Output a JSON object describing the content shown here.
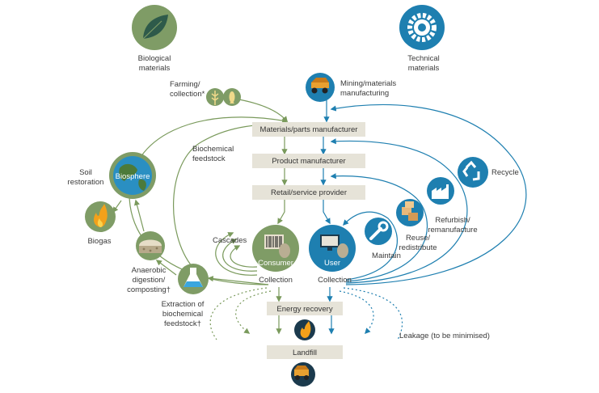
{
  "colors": {
    "bio": "#7a9a5c",
    "bio_dark": "#5e7d46",
    "tech": "#1e7fb0",
    "tech_dark": "#135f86",
    "box": "#e6e3d8",
    "node_bg": "#7f9c66"
  },
  "headers": {
    "bio": [
      "Biological",
      "materials"
    ],
    "tech": [
      "Technical",
      "materials"
    ]
  },
  "boxes": {
    "materials": "Materials/parts manufacturer",
    "product": "Product manufacturer",
    "retail": "Retail/service provider",
    "energy": "Energy recovery",
    "landfill": "Landfill"
  },
  "labels": {
    "farming": [
      "Farming/",
      "collection*"
    ],
    "mining": [
      "Mining/materials",
      "manufacturing"
    ],
    "biochemical": [
      "Biochemical",
      "feedstock"
    ],
    "soil": [
      "Soil",
      "restoration"
    ],
    "biosphere": "Biosphere",
    "biogas": "Biogas",
    "anaerobic": [
      "Anaerobic",
      "digestion/",
      "composting†"
    ],
    "extraction": [
      "Extraction of",
      "biochemical",
      "feedstock†"
    ],
    "cascades": "Cascades",
    "consumer": "Consumer",
    "user": "User",
    "collection_bio": "Collection",
    "collection_tech": "Collection",
    "maintain": "Maintain",
    "reuse": [
      "Reuse/",
      "redistribute"
    ],
    "refurbish": [
      "Refurbish/",
      "remanufacture"
    ],
    "recycle": "Recycle",
    "leakage": "Leakage (to be minimised)"
  },
  "icons": {
    "leaf": "leaf-icon",
    "gear": "gear-icon",
    "wheat": "wheat-icon",
    "fish": "fish-icon",
    "mining_truck": "mining-truck-icon",
    "globe": "globe-icon",
    "flame": "flame-icon",
    "compost": "compost-icon",
    "flask": "flask-icon",
    "barcode": "barcode-icon",
    "monitor": "monitor-icon",
    "wrench": "wrench-icon",
    "boxes": "boxes-icon",
    "factory": "factory-icon",
    "recycle": "recycle-icon",
    "landfill_truck": "landfill-truck-icon"
  }
}
